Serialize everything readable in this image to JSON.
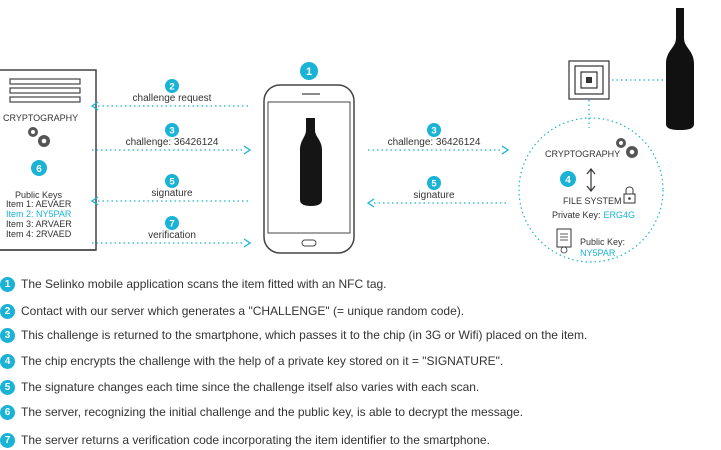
{
  "colors": {
    "accent": "#1ab3d6",
    "text": "#333333",
    "outline": "#444444"
  },
  "server": {
    "title": "CRYPTOGRAPHY",
    "step": "6",
    "keys_title": "Public Keys",
    "items": [
      {
        "text": "Item 1: AEVAER",
        "highlight": false
      },
      {
        "text": "Item 2: NY5PAR",
        "highlight": true
      },
      {
        "text": "Item 3: ARVAER",
        "highlight": false
      },
      {
        "text": "Item 4: 2RVAED",
        "highlight": false
      }
    ]
  },
  "phone": {
    "step": "1"
  },
  "left_flows": [
    {
      "step": "2",
      "label": "challenge request"
    },
    {
      "step": "3",
      "label": "challenge: 36426124"
    },
    {
      "step": "5",
      "label": "signature"
    },
    {
      "step": "7",
      "label": "verification"
    }
  ],
  "right_flows": [
    {
      "step": "3",
      "label": "challenge: 36426124"
    },
    {
      "step": "5",
      "label": "signature"
    }
  ],
  "chip": {
    "title": "CRYPTOGRAPHY",
    "step": "4",
    "fs_label": "FILE SYSTEM",
    "private_key_label": "Private Key:",
    "private_key_value": "ERG4G",
    "public_key_label": "Public Key:",
    "public_key_value": "NY5PAR"
  },
  "steps": [
    {
      "num": "1",
      "text": "The Selinko mobile application scans the item fitted with an NFC tag."
    },
    {
      "num": "2",
      "text": "Contact with our server which generates a \"CHALLENGE\" (= unique random code)."
    },
    {
      "num": "3",
      "text": "This challenge is returned to the smartphone, which passes it to the chip (in 3G or Wifi) placed on the item."
    },
    {
      "num": "4",
      "text": "The chip encrypts the challenge with the help of a private key stored on it = \"SIGNATURE\"."
    },
    {
      "num": "5",
      "text": "The signature changes each time since the challenge itself also varies with each scan."
    },
    {
      "num": "6",
      "text": "The server, recognizing the initial challenge and the public key, is able to decrypt the message."
    },
    {
      "num": "7",
      "text": "The server returns a verification code incorporating the item identifier to the smartphone."
    }
  ]
}
